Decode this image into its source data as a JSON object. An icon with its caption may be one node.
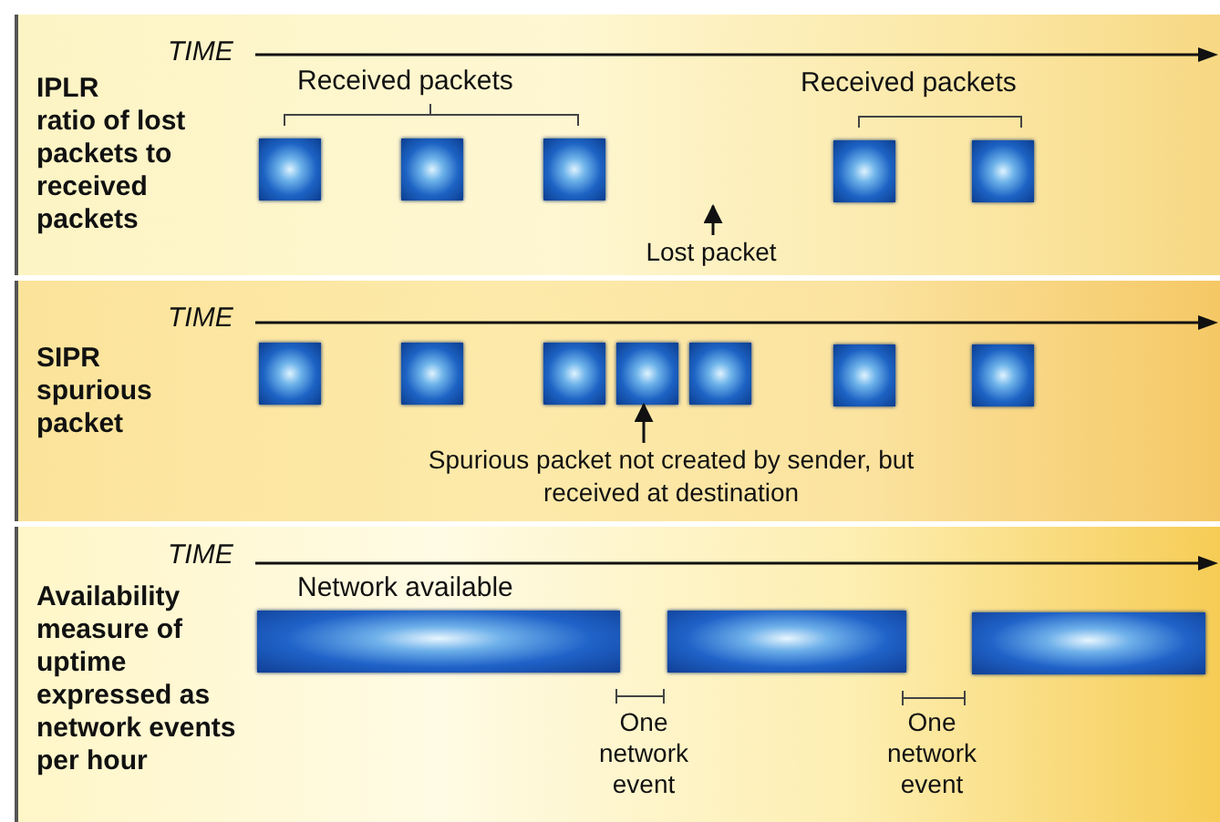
{
  "diagram": {
    "nodes": [
      {
        "text": [
          "IPLR",
          "ratio of lost packets to received packets"
        ]
      },
      {
        "text": [],
        "shape": "box",
        "in": 0
      },
      {
        "text": [],
        "shape": "box",
        "in": 0
      },
      {
        "text": [],
        "shape": "box",
        "in": 0
      },
      {
        "text": [],
        "shape": "box",
        "in": 0
      },
      {
        "text": [],
        "shape": "box",
        "in": 0
      },
      {
        "text": [
          "Lost packet"
        ],
        "in": 0
      },
      {
        "text": [
          "SIPR",
          "spurious packet"
        ]
      },
      {
        "text": [],
        "shape": "box",
        "in": 7
      },
      {
        "text": [],
        "shape": "box",
        "in": 7
      },
      {
        "text": [],
        "shape": "box",
        "in": 7
      },
      {
        "text": [],
        "shape": "box",
        "in": 7
      },
      {
        "text": [],
        "shape": "box",
        "in": 7
      },
      {
        "text": [],
        "shape": "box",
        "in": 7
      },
      {
        "text": [],
        "shape": "box",
        "in": 7
      },
      {
        "text": [
          "Spurious packet not created by sender, but received at destination"
        ],
        "in": 7
      },
      {
        "text": [
          "Availability",
          "measure of uptime expressed as network events per hour"
        ]
      },
      {
        "text": [],
        "shape": "bar",
        "in": 16
      },
      {
        "text": [],
        "shape": "bar",
        "in": 16
      },
      {
        "text": [],
        "shape": "bar",
        "in": 16
      }
    ],
    "edges": [
      {
        "from": 6,
        "to": null,
        "arrow": "to"
      },
      {
        "from": 15,
        "to": 11,
        "arrow": "to"
      }
    ],
    "labels": [
      "TIME",
      "Received packets",
      "Received packets",
      "TIME",
      "TIME",
      "Network available",
      "One network event",
      "One network event"
    ]
  }
}
